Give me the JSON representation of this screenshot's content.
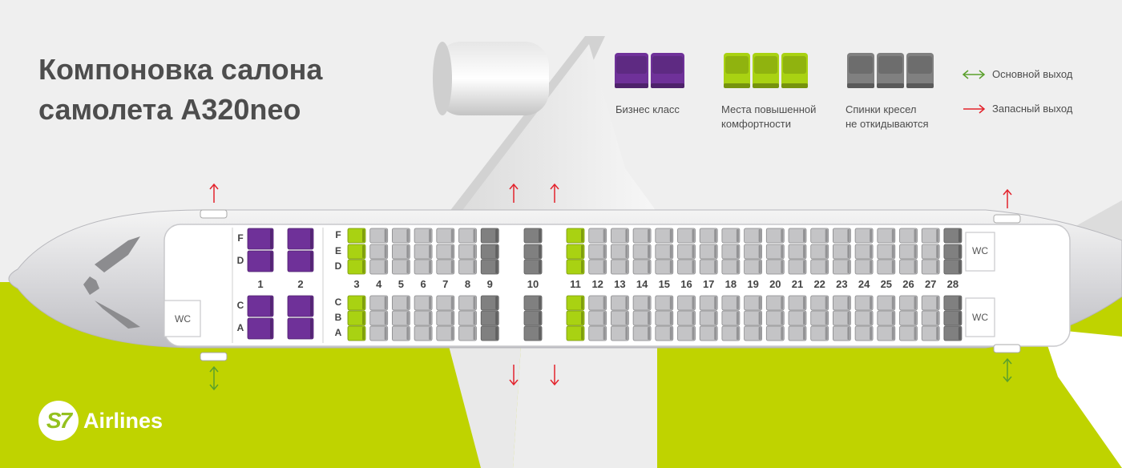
{
  "title": {
    "line1": "Компоновка салона",
    "line2": "самолета A320neo"
  },
  "legend": {
    "business": {
      "label": "Бизнес класс",
      "color": "#6f3199"
    },
    "comfort": {
      "line1": "Места повышенной",
      "line2": "комфортности",
      "color": "#a9d212"
    },
    "fixed": {
      "line1": "Спинки кресел",
      "line2": "не откидываются",
      "color": "#808080"
    },
    "main_exit": {
      "label": "Основной выход",
      "icon": "double-arrow-icon",
      "color": "#5aa02c"
    },
    "emergency_exit": {
      "label": "Запасный выход",
      "icon": "arrow-icon",
      "color": "#e3232c"
    }
  },
  "cabin": {
    "business_rows": [
      "1",
      "2"
    ],
    "business_letters_top": [
      "F",
      "D"
    ],
    "business_letters_bottom": [
      "C",
      "A"
    ],
    "economy_rows": [
      "3",
      "4",
      "5",
      "6",
      "7",
      "8",
      "9",
      "10",
      "11",
      "12",
      "13",
      "14",
      "15",
      "16",
      "17",
      "18",
      "19",
      "20",
      "21",
      "22",
      "23",
      "24",
      "25",
      "26",
      "27",
      "28"
    ],
    "economy_letters_top": [
      "F",
      "E",
      "D"
    ],
    "economy_letters_bottom": [
      "C",
      "B",
      "A"
    ],
    "comfort_rows": [
      "3",
      "11"
    ],
    "fixed_back_rows": [
      "9",
      "10",
      "28"
    ],
    "wc_label": "WC"
  },
  "brand": {
    "logo": "S7",
    "name": "Airlines"
  }
}
